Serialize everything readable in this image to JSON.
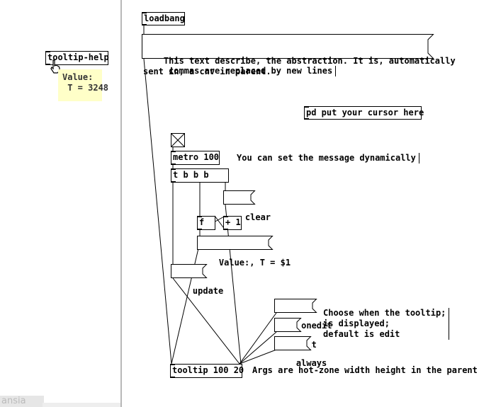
{
  "left_panel": {
    "tooltip_help_label": "tooltip-help",
    "tooltip_text": "Value:\n T = 3248",
    "tab_label": "ansia"
  },
  "patch": {
    "loadbang": "loadbang",
    "description_msg": "This text describe, the abstraction. It is, automatically\nsent in, a cnv in parent.",
    "commas_comment": "commas are replaced by new lines",
    "pd_put": "pd put your cursor here",
    "metro": "metro 100",
    "dynamic_comment": "You can set the message dynamically",
    "trigger": "t b b b",
    "clear_msg": "clear",
    "float_obj": "f",
    "plus_obj": "+ 1",
    "value_msg": "Value:, T = $1",
    "update_msg": "update",
    "nonedit_msg": "nonedit",
    "edit_msg": "edit",
    "always_msg": "always",
    "choose_comment": "Choose when the tooltip;\nis displayed;\ndefault is edit",
    "tooltip_obj": "tooltip 100 20",
    "args_comment": "Args are hot-zone width height in the parent"
  },
  "colors": {
    "tooltip_bg": "#ffffc8",
    "divider": "#b8b8b8"
  }
}
